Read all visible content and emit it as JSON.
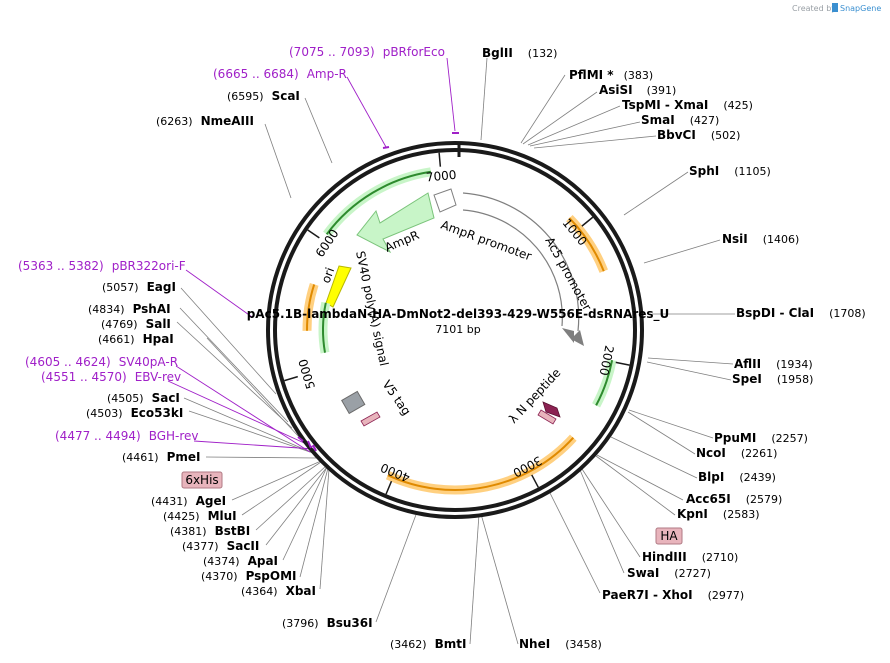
{
  "credit": {
    "created_by": "Created by",
    "brand": "SnapGene"
  },
  "plasmid": {
    "name": "pAc5.1B-lambdaN-HA-DmNot2-del393-429-W556E-dsRNAres_U",
    "length": 7101,
    "length_label": "7101 bp"
  },
  "ticks": [
    "1000",
    "2000",
    "3000",
    "4000",
    "5000",
    "6000",
    "7000"
  ],
  "features": [
    "AmpR promoter",
    "Ac5 promoter",
    "λ N peptide",
    "V5 tag",
    "SV40 poly(A) signal",
    "ori",
    "AmpR"
  ],
  "site_labels": [
    {
      "id": "bglii",
      "name": "BglII",
      "pos": "(132)"
    },
    {
      "id": "pflmi",
      "name": "PflMI *",
      "pos": "(383)"
    },
    {
      "id": "asisi",
      "name": "AsiSI",
      "pos": "(391)"
    },
    {
      "id": "tspmi",
      "name": "TspMI  - XmaI",
      "pos": "(425)"
    },
    {
      "id": "smai",
      "name": "SmaI",
      "pos": "(427)"
    },
    {
      "id": "bbvci",
      "name": "BbvCI",
      "pos": "(502)"
    },
    {
      "id": "sphi",
      "name": "SphI",
      "pos": "(1105)"
    },
    {
      "id": "nsii",
      "name": "NsiI",
      "pos": "(1406)"
    },
    {
      "id": "bspdi",
      "name": "BspDI  - ClaI",
      "pos": "(1708)"
    },
    {
      "id": "aflii",
      "name": "AflII",
      "pos": "(1934)"
    },
    {
      "id": "spei",
      "name": "SpeI",
      "pos": "(1958)"
    },
    {
      "id": "ppumi",
      "name": "PpuMI",
      "pos": "(2257)"
    },
    {
      "id": "ncoi",
      "name": "NcoI",
      "pos": "(2261)"
    },
    {
      "id": "blpi",
      "name": "BlpI",
      "pos": "(2439)"
    },
    {
      "id": "acc65i",
      "name": "Acc65I",
      "pos": "(2579)"
    },
    {
      "id": "kpni",
      "name": "KpnI",
      "pos": "(2583)"
    },
    {
      "id": "hindiii",
      "name": "HindIII",
      "pos": "(2710)"
    },
    {
      "id": "swai",
      "name": "SwaI",
      "pos": "(2727)"
    },
    {
      "id": "paer7i",
      "name": "PaeR7I  - XhoI",
      "pos": "(2977)"
    },
    {
      "id": "nhei",
      "name": "NheI",
      "pos": "(3458)"
    },
    {
      "id": "bmti",
      "name": "BmtI",
      "pos": "(3462)"
    },
    {
      "id": "bsu36i",
      "name": "Bsu36I",
      "pos": "(3796)"
    },
    {
      "id": "xbai",
      "name": "XbaI",
      "pos": "(4364)"
    },
    {
      "id": "pspomi",
      "name": "PspOMI",
      "pos": "(4370)"
    },
    {
      "id": "apai",
      "name": "ApaI",
      "pos": "(4374)"
    },
    {
      "id": "sacii",
      "name": "SacII",
      "pos": "(4377)"
    },
    {
      "id": "bstbi",
      "name": "BstBI",
      "pos": "(4381)"
    },
    {
      "id": "mlui",
      "name": "MluI",
      "pos": "(4425)"
    },
    {
      "id": "agei",
      "name": "AgeI",
      "pos": "(4431)"
    },
    {
      "id": "pmei",
      "name": "PmeI",
      "pos": "(4461)"
    },
    {
      "id": "eco53ki",
      "name": "Eco53kI",
      "pos": "(4503)"
    },
    {
      "id": "saci",
      "name": "SacI",
      "pos": "(4505)"
    },
    {
      "id": "hpai",
      "name": "HpaI",
      "pos": "(4661)"
    },
    {
      "id": "sali",
      "name": "SalI",
      "pos": "(4769)"
    },
    {
      "id": "pshai",
      "name": "PshAI",
      "pos": "(4834)"
    },
    {
      "id": "eagi",
      "name": "EagI",
      "pos": "(5057)"
    },
    {
      "id": "nmeaiii",
      "name": "NmeAIII",
      "pos": "(6263)"
    },
    {
      "id": "scai",
      "name": "ScaI",
      "pos": "(6595)"
    }
  ],
  "primer_labels": [
    {
      "id": "pbrforeco",
      "range": "(7075 .. 7093)",
      "name": "pBRforEco"
    },
    {
      "id": "ampr",
      "range": "(6665 .. 6684)",
      "name": "Amp-R"
    },
    {
      "id": "pbr322ori",
      "range": "(5363 .. 5382)",
      "name": "pBR322ori-F"
    },
    {
      "id": "sv40pa",
      "range": "(4605 .. 4624)",
      "name": "SV40pA-R"
    },
    {
      "id": "ebvrev",
      "range": "(4551 .. 4570)",
      "name": "EBV-rev"
    },
    {
      "id": "bghrev",
      "range": "(4477 .. 4494)",
      "name": "BGH-rev"
    }
  ],
  "tag_boxes": [
    {
      "id": "6xhis",
      "text": "6xHis"
    },
    {
      "id": "ha",
      "text": "HA"
    }
  ],
  "colors": {
    "backbone": "#1a1a1a",
    "primer": "#a020c8",
    "amp_fill": "#c8f5c8",
    "amp_stroke": "#7bc47b",
    "orf_fill": "#ffd080",
    "orf_core": "#e08a00",
    "ori_fill": "#ffff00",
    "tag_box": "#e8b4bc",
    "lambda_fill": "#8b2252",
    "v5_fill": "#9aa0a6",
    "promoter_stroke": "#7f7f7f"
  }
}
